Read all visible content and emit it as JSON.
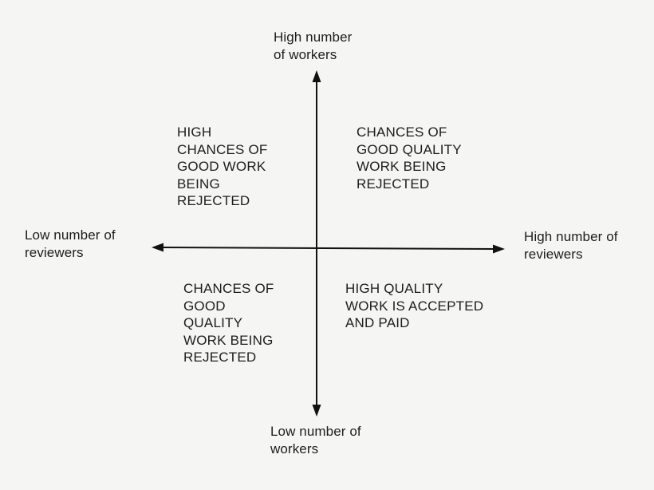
{
  "diagram": {
    "title": "workers-reviewers quadrant diagram",
    "axis_labels": {
      "top": "High number\nof workers",
      "bottom": "Low number of\nworkers",
      "left": "Low number of\nreviewers",
      "right": "High number of\nreviewers"
    },
    "quadrants": {
      "top_left": "HIGH\nCHANCES OF\nGOOD WORK\nBEING\nREJECTED",
      "top_right": "CHANCES OF\nGOOD QUALITY\nWORK BEING\nREJECTED",
      "bottom_left": "CHANCES OF\nGOOD\nQUALITY\nWORK BEING\nREJECTED",
      "bottom_right": "HIGH QUALITY\nWORK IS ACCEPTED\nAND PAID"
    },
    "colors": {
      "background": "#f5f5f4",
      "axis_line": "#111111",
      "text": "#1d1d1d"
    }
  }
}
